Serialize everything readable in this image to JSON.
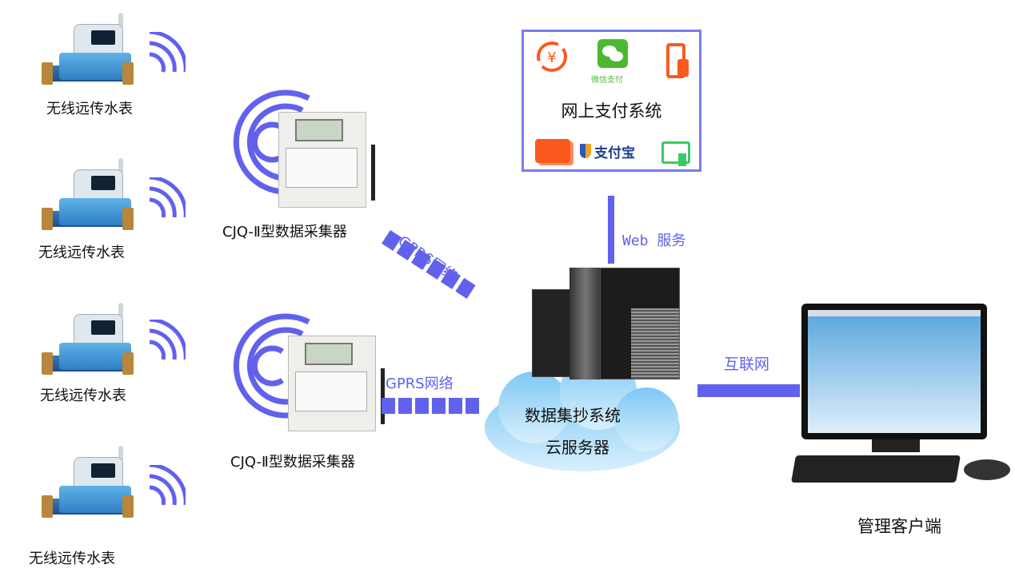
{
  "meters": [
    {
      "label": "无线远传水表"
    },
    {
      "label": "无线远传水表"
    },
    {
      "label": "无线远传水表"
    },
    {
      "label": "无线远传水表"
    }
  ],
  "collectors": [
    {
      "label": "CJQ-Ⅱ型数据采集器"
    },
    {
      "label": "CJQ-Ⅱ型数据采集器"
    }
  ],
  "links": {
    "gprs_1": "GPRS网络",
    "gprs_2": "GPRS网络",
    "web": "Web 服务",
    "internet": "互联网"
  },
  "payment": {
    "title": "网上支付系统",
    "wechat_label": "微信支付",
    "alipay_label": "支付宝",
    "icons": [
      "yen-refresh-icon",
      "wechat-icon",
      "phone-tap-icon",
      "bank-card-icon",
      "alipay-icon",
      "card-tap-icon"
    ]
  },
  "server": {
    "line1": "数据集抄系统",
    "line2": "云服务器"
  },
  "client": {
    "label": "管理客户端"
  },
  "colors": {
    "accent": "#6161ee",
    "orange": "#fa5a1e",
    "green": "#3cc864"
  }
}
